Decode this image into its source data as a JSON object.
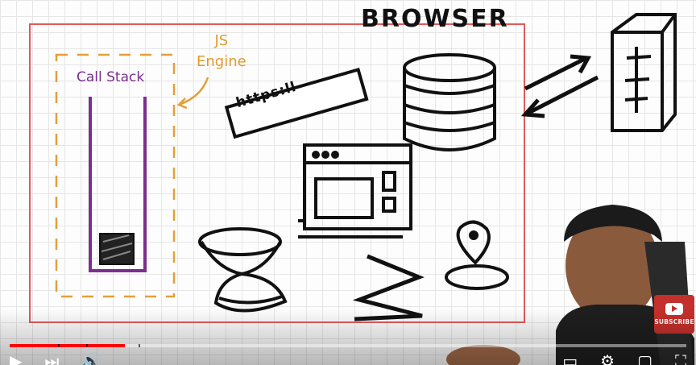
{
  "whiteboard": {
    "title": "BROWSER",
    "engine_label": "JS\nEngine",
    "call_stack_label": "Call Stack",
    "url_label": "https:ll"
  },
  "player": {
    "progress_fraction": 0.17,
    "subscribe_label": "SUBSCRIBE"
  },
  "colors": {
    "browser_box": "#e05a5a",
    "engine_box": "#e2a03a",
    "call_stack": "#7a2f8f",
    "progress": "#ff0000",
    "subscribe": "#c4302b"
  },
  "icons": [
    "database-icon",
    "server-icon",
    "window-icon",
    "hourglass-icon",
    "location-pin-icon",
    "play-icon",
    "subscribe-icon"
  ]
}
